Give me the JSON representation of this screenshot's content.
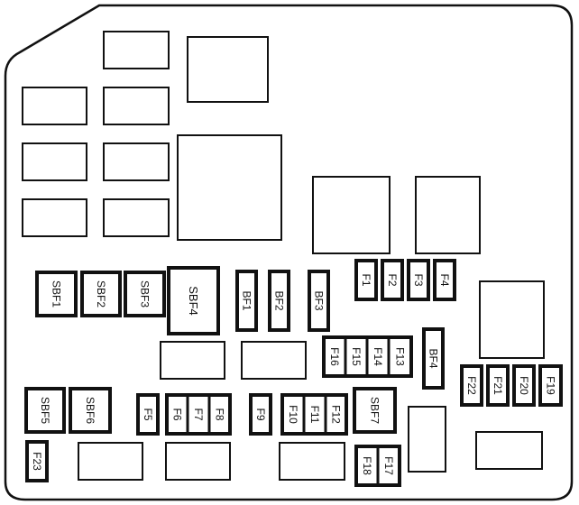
{
  "colors": {
    "outline": "#111111",
    "fill": "#ffffff",
    "label": "#111111"
  },
  "fuses": {
    "sbf1": "SBF1",
    "sbf2": "SBF2",
    "sbf3": "SBF3",
    "sbf4": "SBF4",
    "sbf5": "SBF5",
    "sbf6": "SBF6",
    "sbf7": "SBF7",
    "bf1": "BF1",
    "bf2": "BF2",
    "bf3": "BF3",
    "bf4": "BF4",
    "f1": "F1",
    "f2": "F2",
    "f3": "F3",
    "f4": "F4",
    "f5": "F5",
    "f6": "F6",
    "f7": "F7",
    "f8": "F8",
    "f9": "F9",
    "f10": "F10",
    "f11": "F11",
    "f12": "F12",
    "f13": "F13",
    "f14": "F14",
    "f15": "F15",
    "f16": "F16",
    "f17": "F17",
    "f18": "F18",
    "f19": "F19",
    "f20": "F20",
    "f21": "F21",
    "f22": "F22",
    "f23": "F23"
  }
}
